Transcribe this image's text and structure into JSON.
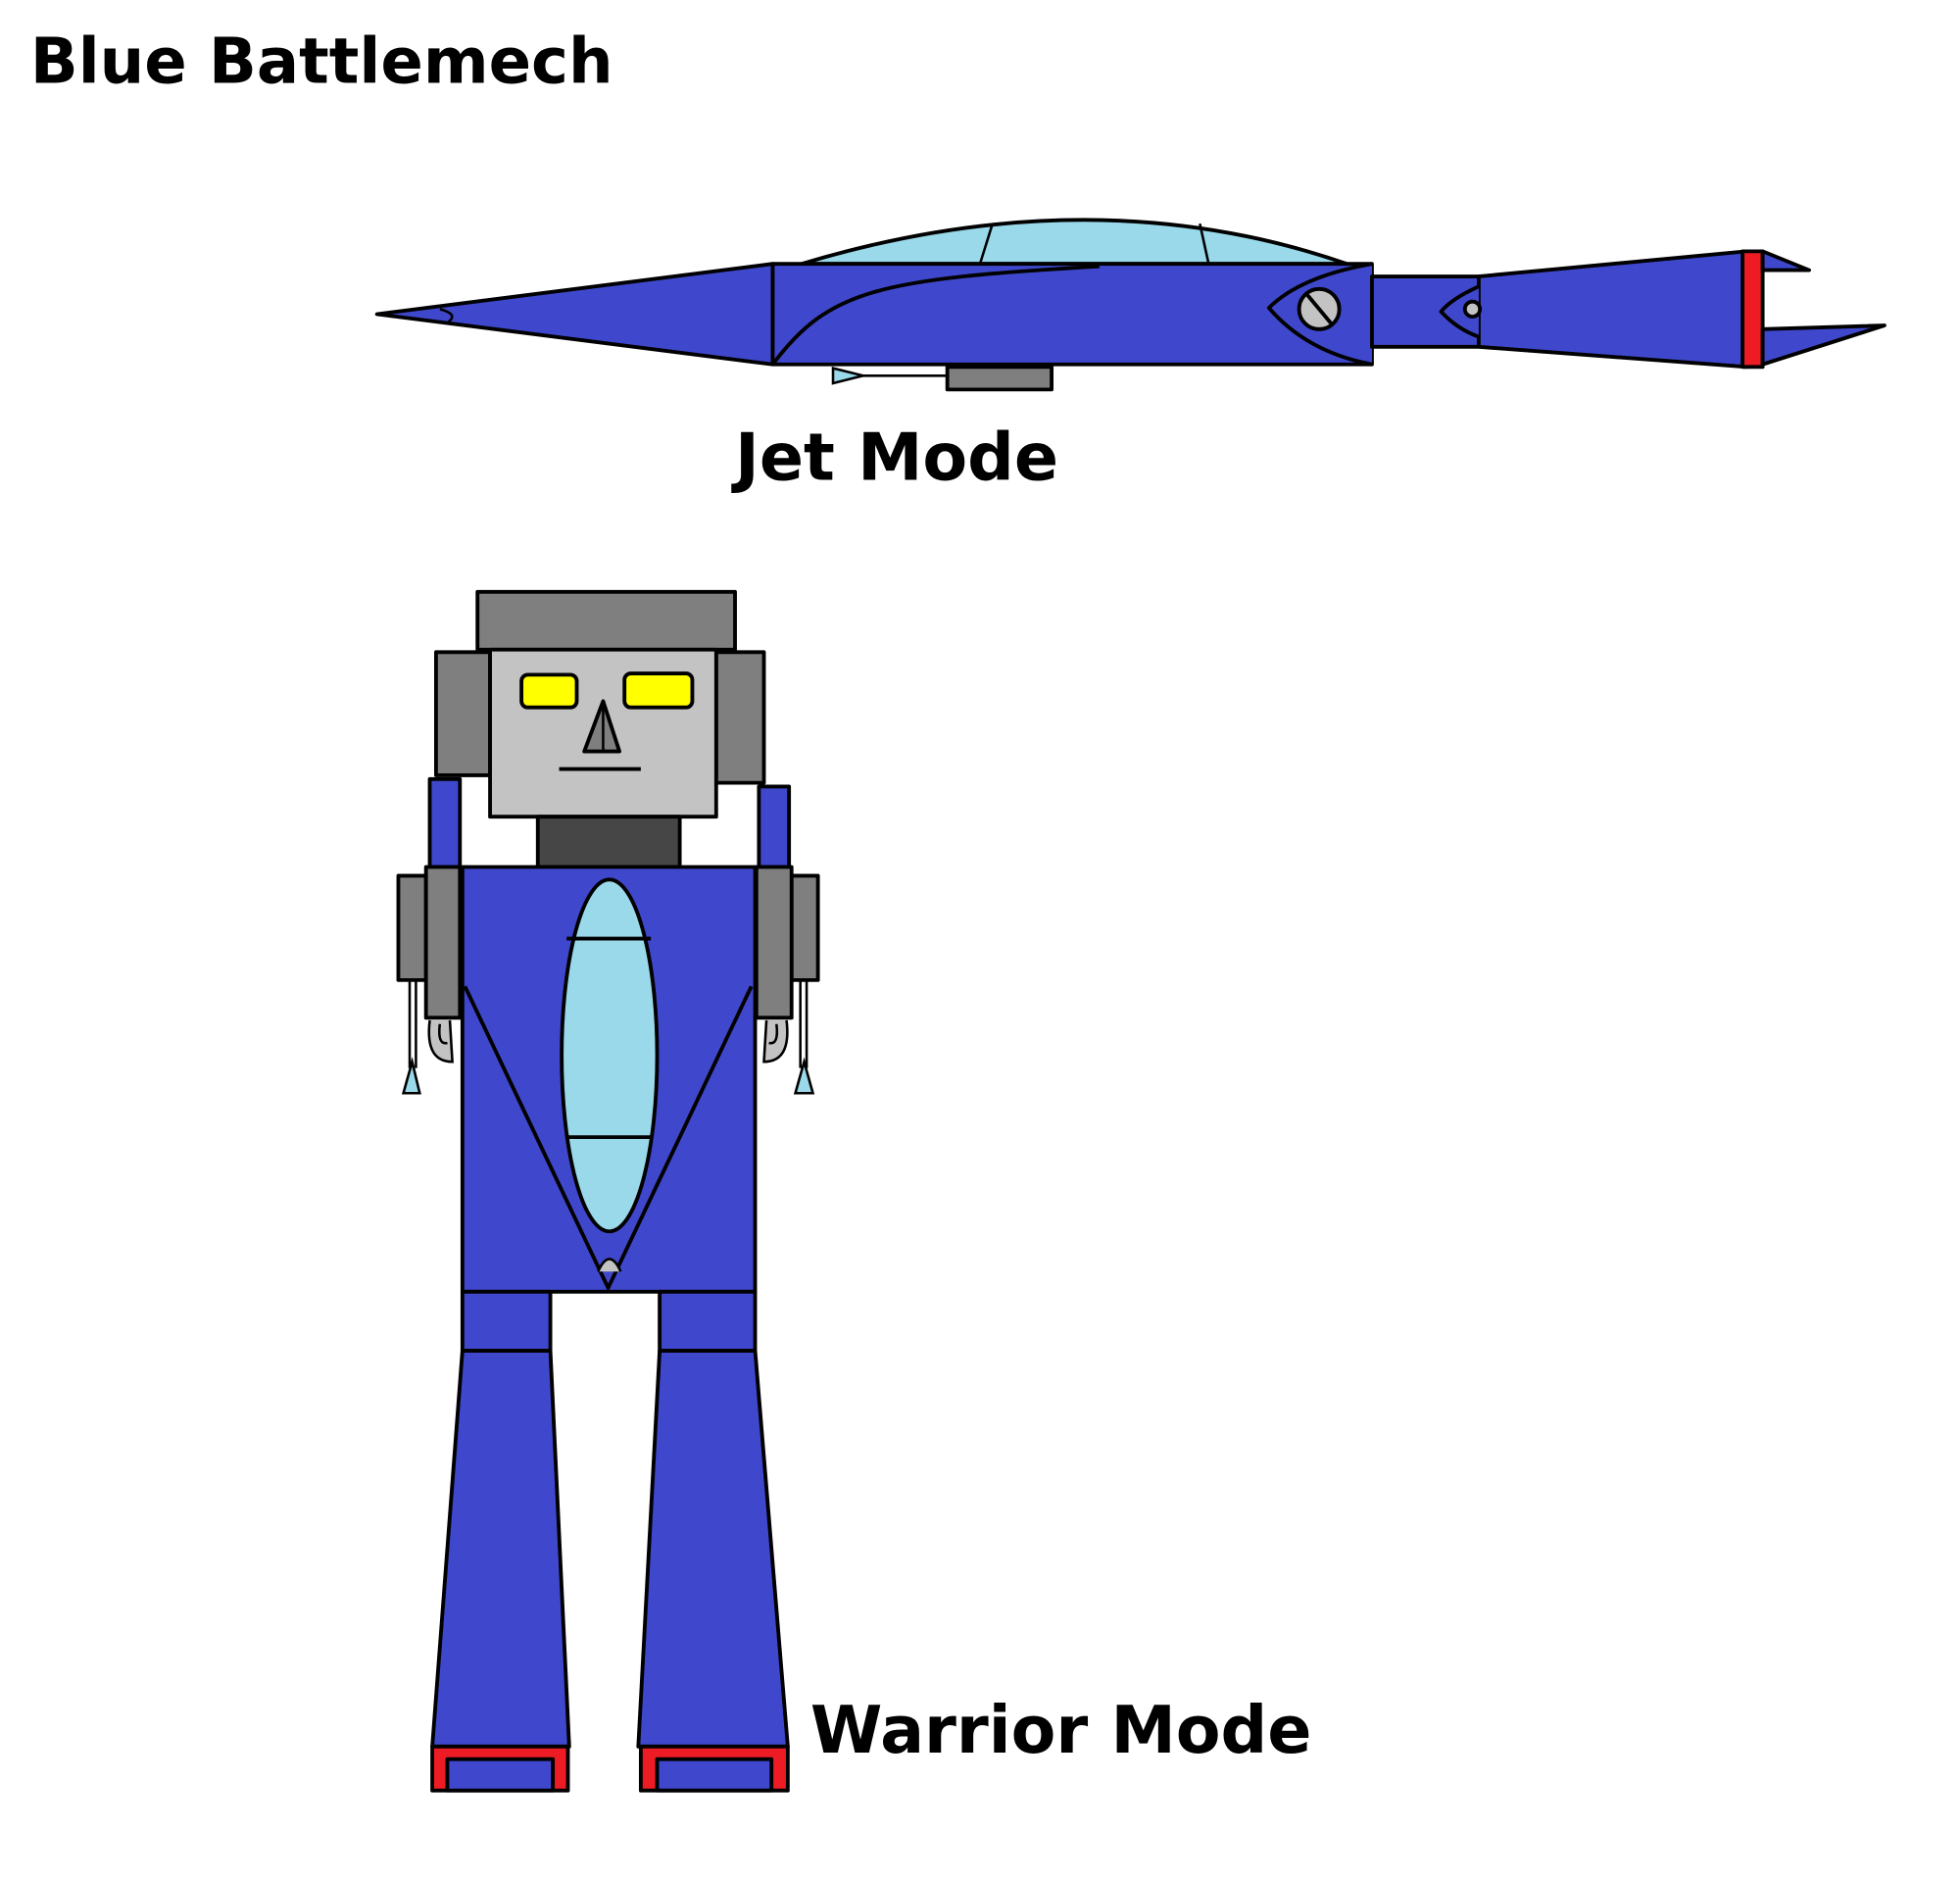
{
  "title": "Blue Battlemech",
  "labels": {
    "jet_mode": "Jet Mode",
    "warrior_mode": "Warrior Mode"
  },
  "colors": {
    "body_blue": "#3f48cc",
    "canopy_blue": "#99d9ea",
    "gray": "#7f7f7f",
    "light_gray": "#c3c3c3",
    "dark_gray": "#464646",
    "eye_yellow": "#ffff00",
    "accent_red": "#ed1c24"
  }
}
